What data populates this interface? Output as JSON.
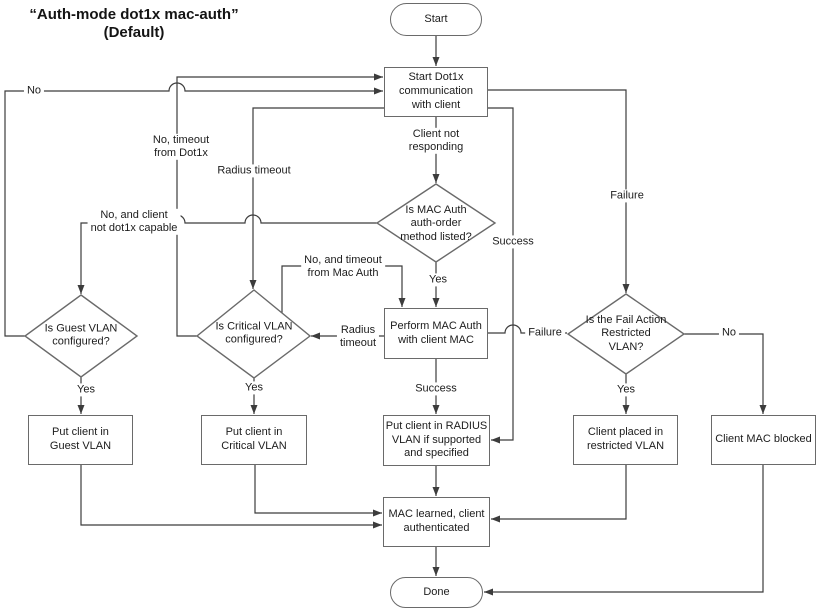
{
  "title": {
    "line1": "“Auth-mode dot1x mac-auth”",
    "line2": "(Default)"
  },
  "colors": {
    "line": "#3c3c3c",
    "node_border": "#6a6a6a",
    "node_fill": "#ffffff",
    "text": "#1c1c1c",
    "background": "#ffffff"
  },
  "nodes": {
    "start": "Start",
    "start_dot1x": "Start Dot1x\ncommunication\nwith client",
    "mac_auth_order": "Is MAC Auth\nauth-order\nmethod listed?",
    "perform_mac_auth": "Perform MAC Auth\nwith client MAC",
    "fail_action": "Is the Fail Action\nRestricted\nVLAN?",
    "guest_vlan": "Is Guest VLAN\nconfigured?",
    "critical_vlan": "Is Critical VLAN\nconfigured?",
    "put_guest": "Put client in\nGuest VLAN",
    "put_critical": "Put client in\nCritical VLAN",
    "put_radius": "Put client in RADIUS\nVLAN if supported\nand specified",
    "restricted_vlan": "Client placed in\nrestricted VLAN",
    "mac_blocked": "Client MAC blocked",
    "mac_learned": "MAC learned, client\nauthenticated",
    "done": "Done"
  },
  "edges": {
    "no": "No",
    "no_timeout_dot1x": "No, timeout\nfrom Dot1x",
    "radius_timeout": "Radius timeout",
    "no_client_not_dot1x": "No, and client\nnot dot1x capable",
    "client_not_responding": "Client not\nresponding",
    "success_dot1x": "Success",
    "failure_dot1x": "Failure",
    "yes_mac_auth": "Yes",
    "no_timeout_mac": "No, and timeout\nfrom Mac Auth",
    "radius_timeout_mac": "Radius\ntimeout",
    "failure_mac": "Failure",
    "fail_action_no": "No",
    "fail_action_yes": "Yes",
    "success_mac": "Success",
    "guest_yes": "Yes",
    "critical_yes": "Yes"
  }
}
